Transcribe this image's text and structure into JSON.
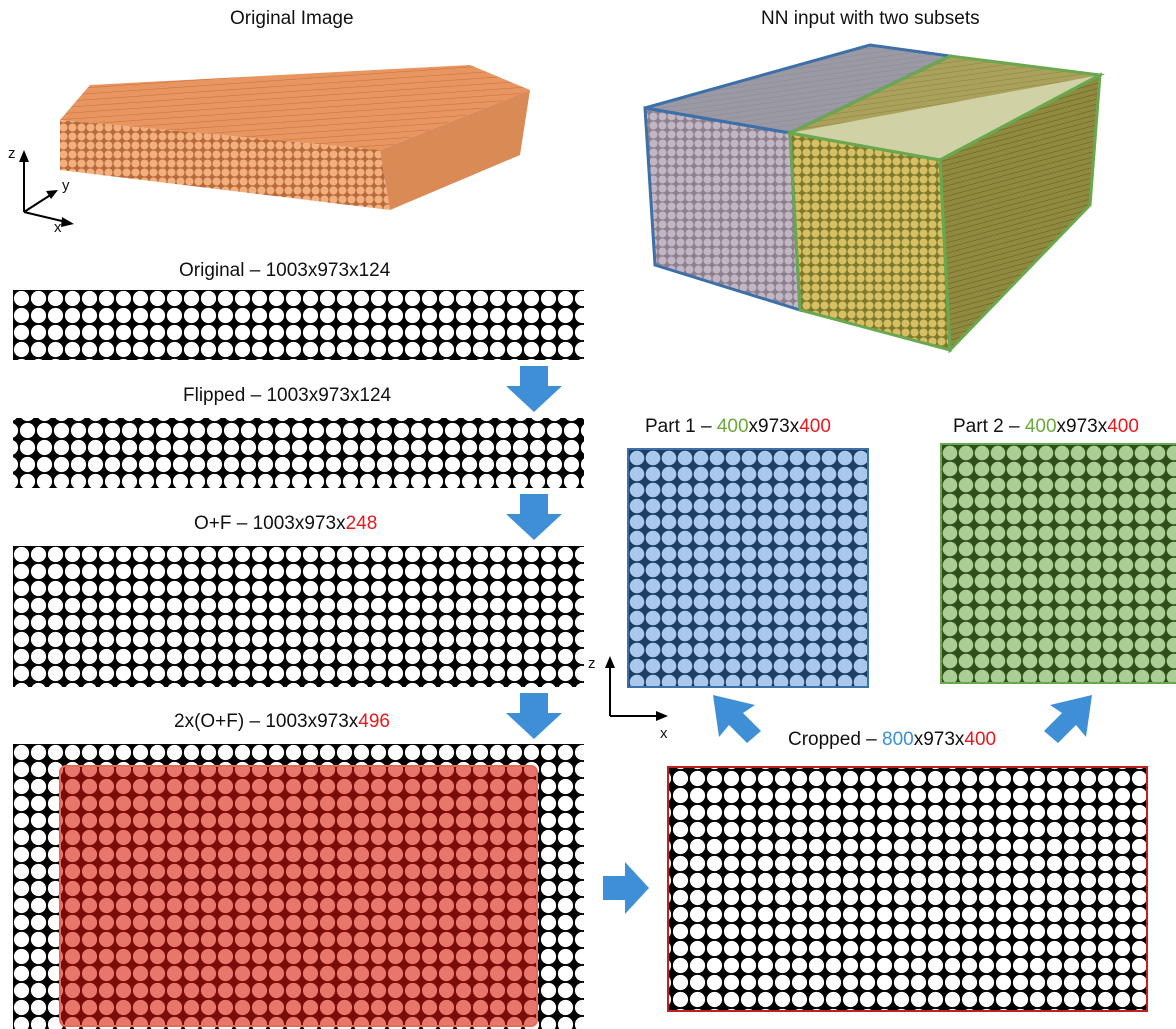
{
  "top": {
    "original_title": "Original Image",
    "nn_title": "NN input with two subsets"
  },
  "axes_3d": {
    "z": "z",
    "y": "y",
    "x": "x"
  },
  "axes_2d": {
    "z": "z",
    "x": "x"
  },
  "slices": {
    "original": {
      "label": "Original – 1003x973x124"
    },
    "flipped": {
      "label": "Flipped – 1003x973x124"
    },
    "of": {
      "prefix": "O+F – 1003x973x",
      "highlight": "248"
    },
    "double": {
      "prefix": "2x(O+F) – 1003x973x",
      "highlight": "496"
    },
    "cropped": {
      "prefix": "Cropped – ",
      "highlight1": "800",
      "middle": "x973x",
      "highlight2": "400"
    }
  },
  "parts": {
    "part1": {
      "prefix": "Part 1 – ",
      "h1": "400",
      "middle": "x973x",
      "h2": "400"
    },
    "part2": {
      "prefix": "Part 2 – ",
      "h1": "400",
      "middle": "x973x",
      "h2": "400"
    }
  },
  "colors": {
    "arrow": "#3f8fd6",
    "fiber_orange": "#f0a06a",
    "subset_blue": "#3d6fa8",
    "subset_green": "#6aa84f",
    "crop_red": "#c02020",
    "part1_fill": "#a9c8ec",
    "part1_bg": "#1c3f63",
    "part2_fill": "#a9cf94",
    "part2_bg": "#2f4f1a",
    "highlight_red": "#e8191c",
    "highlight_green": "#6aaa3a",
    "highlight_blue": "#3b8fd8"
  }
}
